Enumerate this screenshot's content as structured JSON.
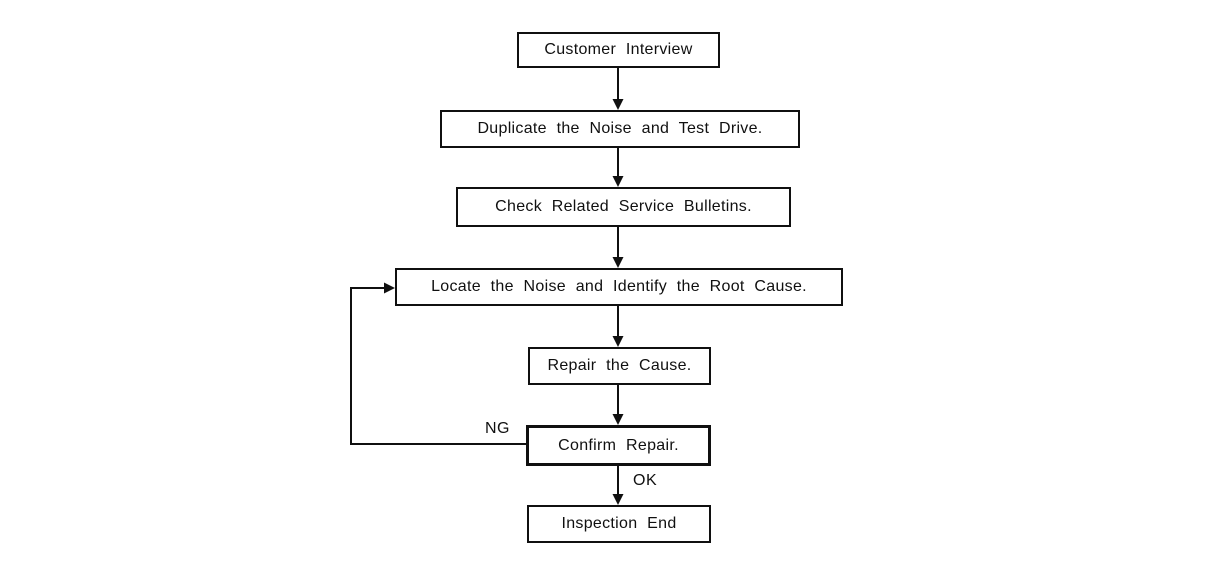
{
  "diagram": {
    "type": "flowchart",
    "background_color": "#ffffff",
    "line_color": "#101010",
    "text_color": "#101010",
    "nodes": [
      {
        "id": "customer-interview",
        "label": "Customer Interview"
      },
      {
        "id": "duplicate-noise",
        "label": "Duplicate the Noise and Test Drive."
      },
      {
        "id": "check-bulletins",
        "label": "Check Related Service Bulletins."
      },
      {
        "id": "locate-noise",
        "label": "Locate the Noise and Identify the Root Cause."
      },
      {
        "id": "repair-cause",
        "label": "Repair the Cause."
      },
      {
        "id": "confirm-repair",
        "label": "Confirm Repair."
      },
      {
        "id": "inspection-end",
        "label": "Inspection End"
      }
    ],
    "edges": [
      {
        "from": "customer-interview",
        "to": "duplicate-noise",
        "label": ""
      },
      {
        "from": "duplicate-noise",
        "to": "check-bulletins",
        "label": ""
      },
      {
        "from": "check-bulletins",
        "to": "locate-noise",
        "label": ""
      },
      {
        "from": "locate-noise",
        "to": "repair-cause",
        "label": ""
      },
      {
        "from": "repair-cause",
        "to": "confirm-repair",
        "label": ""
      },
      {
        "from": "confirm-repair",
        "to": "inspection-end",
        "label": "OK"
      },
      {
        "from": "confirm-repair",
        "to": "locate-noise",
        "label": "NG"
      }
    ],
    "labels": {
      "ng": "NG",
      "ok": "OK"
    }
  }
}
